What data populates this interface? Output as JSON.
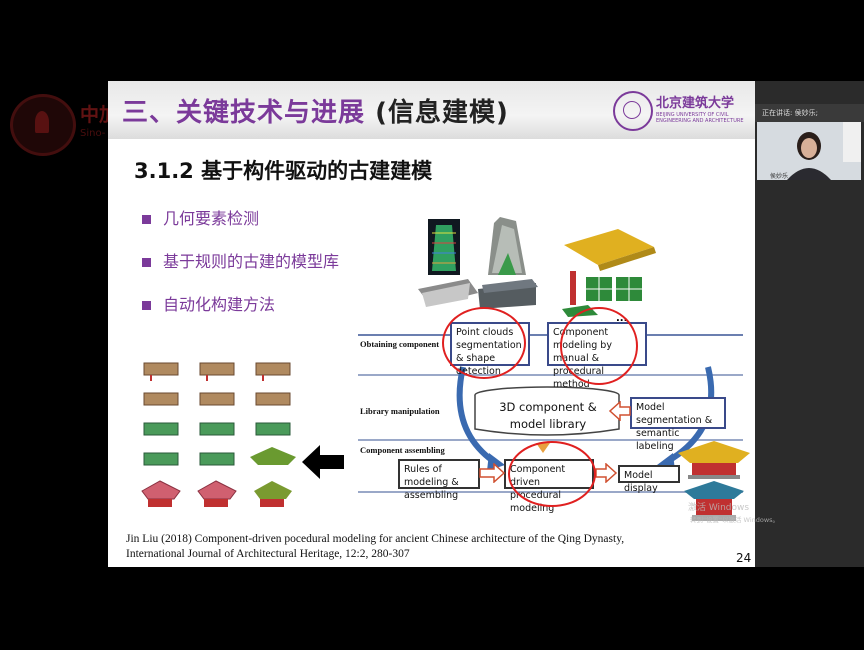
{
  "watermark": {
    "text": "中加",
    "sub": "Sino-"
  },
  "slide": {
    "title": "三、关键技术与进展 ",
    "title_suffix": "(信息建模)",
    "university_name": "北京建筑大学",
    "university_en": "BEIJING UNIVERSITY OF CIVIL ENGINEERING AND ARCHITECTURE",
    "subtitle": "3.1.2 基于构件驱动的古建建模",
    "bullets": [
      "几何要素检测",
      "基于规则的古建的模型库",
      "自动化构建方法"
    ],
    "diagram": {
      "row_labels": [
        "Obtaining component",
        "Library manipulation",
        "Component assembling"
      ],
      "boxes": {
        "point_clouds": "Point clouds segmentation & shape detection",
        "component_modeling": "Component modeling by manual & procedural method",
        "library": "3D component & model library",
        "model_segmentation": "Model segmentation & semantic labeling",
        "rules": "Rules of modeling & assembling",
        "component_driven": "Component driven procedural modeling",
        "model_display": "Model display"
      },
      "dots": "..."
    },
    "citation_line1": "Jin Liu (2018) Component-driven pocedural modeling for ancient Chinese architecture of the Qing Dynasty,",
    "citation_line2": "International Journal of Architectural Heritage, 12:2, 280-307",
    "page_number": "24"
  },
  "meeting": {
    "speaker_label": "正在讲话: 侯妙乐;",
    "participant_name": "侯妙乐"
  },
  "windows_activation": {
    "line1": "激活 Windows",
    "line2": "转到\"设置\"以激活 Windows。"
  },
  "colors": {
    "accent": "#7b3a9a",
    "highlight": "#e02020"
  }
}
